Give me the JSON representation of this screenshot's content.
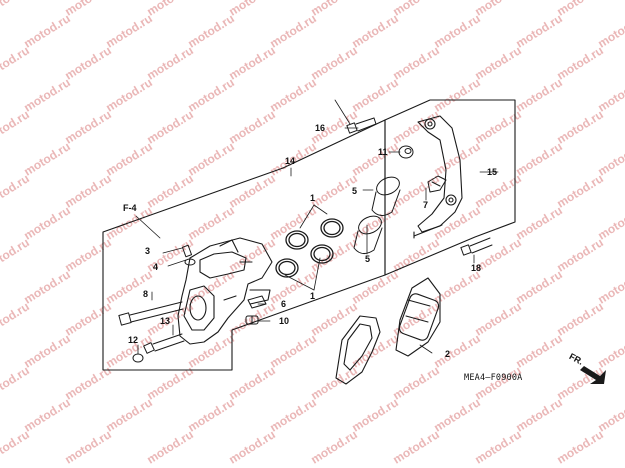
{
  "watermark": {
    "text": "motod.ru",
    "color": "#e4a0a0"
  },
  "diagram_code": "MEA4—F0900A",
  "front_indicator": "FR.",
  "callouts": {
    "c1a": "1",
    "c1b": "1",
    "c2": "2",
    "c3": "3",
    "c4": "4",
    "c5a": "5",
    "c5b": "5",
    "c6": "6",
    "c7": "7",
    "c8": "8",
    "c10": "10",
    "c11": "11",
    "c12": "12",
    "c13": "13",
    "c14": "14",
    "c15": "15",
    "c16": "16",
    "c18": "18",
    "f4": "F-4"
  },
  "colors": {
    "line": "#1a1a1a",
    "background": "#ffffff"
  }
}
